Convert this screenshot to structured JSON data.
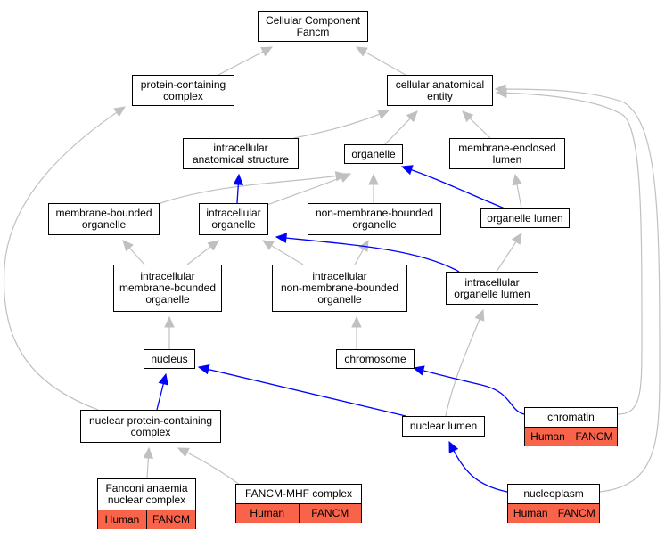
{
  "nodes": {
    "root": {
      "lines": [
        "Cellular Component",
        "Fancm"
      ]
    },
    "protein_containing_complex": {
      "lines": [
        "protein-containing",
        "complex"
      ]
    },
    "cellular_anatomical_entity": {
      "lines": [
        "cellular anatomical",
        "entity"
      ]
    },
    "intracellular_anatomical_structure": {
      "lines": [
        "intracellular",
        "anatomical structure"
      ]
    },
    "organelle": {
      "lines": [
        "organelle"
      ]
    },
    "membrane_enclosed_lumen": {
      "lines": [
        "membrane-enclosed",
        "lumen"
      ]
    },
    "membrane_bounded_organelle": {
      "lines": [
        "membrane-bounded",
        "organelle"
      ]
    },
    "intracellular_organelle": {
      "lines": [
        "intracellular",
        "organelle"
      ]
    },
    "non_membrane_bounded_organelle": {
      "lines": [
        "non-membrane-bounded",
        "organelle"
      ]
    },
    "organelle_lumen": {
      "lines": [
        "organelle lumen"
      ]
    },
    "intracellular_membrane_bounded_organelle": {
      "lines": [
        "intracellular",
        "membrane-bounded",
        "organelle"
      ]
    },
    "intracellular_non_membrane_bounded_organelle": {
      "lines": [
        "intracellular",
        "non-membrane-bounded",
        "organelle"
      ]
    },
    "intracellular_organelle_lumen": {
      "lines": [
        "intracellular",
        "organelle lumen"
      ]
    },
    "nucleus": {
      "lines": [
        "nucleus"
      ]
    },
    "chromosome": {
      "lines": [
        "chromosome"
      ]
    },
    "nuclear_protein_containing_complex": {
      "lines": [
        "nuclear protein-containing",
        "complex"
      ]
    },
    "nuclear_lumen": {
      "lines": [
        "nuclear lumen"
      ]
    },
    "chromatin": {
      "lines": [
        "chromatin"
      ],
      "annotation": [
        "Human",
        "FANCM"
      ]
    },
    "fanconi_anaemia_nuclear_complex": {
      "lines": [
        "Fanconi anaemia",
        "nuclear complex"
      ],
      "annotation": [
        "Human",
        "FANCM"
      ]
    },
    "fancm_mhf_complex": {
      "lines": [
        "FANCM-MHF complex"
      ],
      "annotation": [
        "Human",
        "FANCM"
      ]
    },
    "nucleoplasm": {
      "lines": [
        "nucleoplasm"
      ],
      "annotation": [
        "Human",
        "FANCM"
      ]
    }
  },
  "edges": [
    {
      "from": "protein_containing_complex",
      "to": "root",
      "relation": "is_a"
    },
    {
      "from": "cellular_anatomical_entity",
      "to": "root",
      "relation": "is_a"
    },
    {
      "from": "intracellular_anatomical_structure",
      "to": "cellular_anatomical_entity",
      "relation": "is_a"
    },
    {
      "from": "organelle",
      "to": "cellular_anatomical_entity",
      "relation": "is_a"
    },
    {
      "from": "membrane_enclosed_lumen",
      "to": "cellular_anatomical_entity",
      "relation": "is_a"
    },
    {
      "from": "membrane_bounded_organelle",
      "to": "organelle",
      "relation": "is_a"
    },
    {
      "from": "intracellular_organelle",
      "to": "organelle",
      "relation": "is_a"
    },
    {
      "from": "intracellular_organelle",
      "to": "intracellular_anatomical_structure",
      "relation": "part_of"
    },
    {
      "from": "non_membrane_bounded_organelle",
      "to": "organelle",
      "relation": "is_a"
    },
    {
      "from": "organelle_lumen",
      "to": "organelle",
      "relation": "part_of"
    },
    {
      "from": "organelle_lumen",
      "to": "membrane_enclosed_lumen",
      "relation": "is_a"
    },
    {
      "from": "intracellular_membrane_bounded_organelle",
      "to": "membrane_bounded_organelle",
      "relation": "is_a"
    },
    {
      "from": "intracellular_membrane_bounded_organelle",
      "to": "intracellular_organelle",
      "relation": "is_a"
    },
    {
      "from": "intracellular_non_membrane_bounded_organelle",
      "to": "intracellular_organelle",
      "relation": "is_a"
    },
    {
      "from": "intracellular_non_membrane_bounded_organelle",
      "to": "non_membrane_bounded_organelle",
      "relation": "is_a"
    },
    {
      "from": "intracellular_organelle_lumen",
      "to": "intracellular_organelle",
      "relation": "part_of"
    },
    {
      "from": "intracellular_organelle_lumen",
      "to": "organelle_lumen",
      "relation": "is_a"
    },
    {
      "from": "nucleus",
      "to": "intracellular_membrane_bounded_organelle",
      "relation": "is_a"
    },
    {
      "from": "chromosome",
      "to": "intracellular_non_membrane_bounded_organelle",
      "relation": "is_a"
    },
    {
      "from": "nuclear_protein_containing_complex",
      "to": "nucleus",
      "relation": "part_of"
    },
    {
      "from": "nuclear_protein_containing_complex",
      "to": "protein_containing_complex",
      "relation": "is_a"
    },
    {
      "from": "nuclear_lumen",
      "to": "nucleus",
      "relation": "part_of"
    },
    {
      "from": "nuclear_lumen",
      "to": "intracellular_organelle_lumen",
      "relation": "is_a"
    },
    {
      "from": "chromatin",
      "to": "chromosome",
      "relation": "part_of"
    },
    {
      "from": "chromatin",
      "to": "cellular_anatomical_entity",
      "relation": "is_a"
    },
    {
      "from": "fanconi_anaemia_nuclear_complex",
      "to": "nuclear_protein_containing_complex",
      "relation": "is_a"
    },
    {
      "from": "fancm_mhf_complex",
      "to": "nuclear_protein_containing_complex",
      "relation": "is_a"
    },
    {
      "from": "nucleoplasm",
      "to": "nuclear_lumen",
      "relation": "part_of"
    },
    {
      "from": "nucleoplasm",
      "to": "cellular_anatomical_entity",
      "relation": "is_a"
    }
  ],
  "colors": {
    "is_a": "#c0c0c0",
    "part_of": "#0000ff",
    "annotation_fill": "#f8634a"
  }
}
